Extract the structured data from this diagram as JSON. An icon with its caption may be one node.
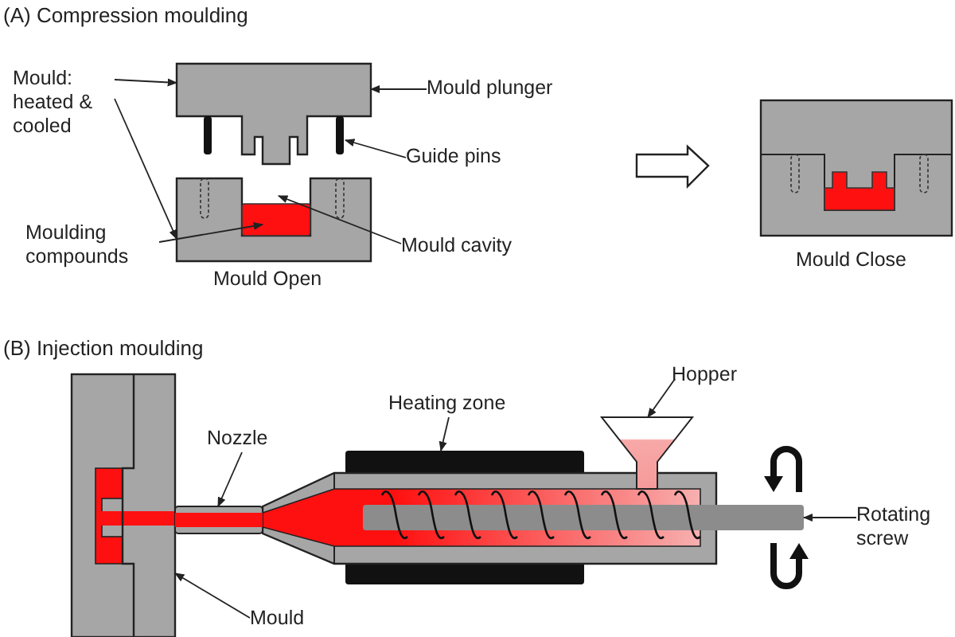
{
  "diagram": {
    "nodes": [
      {
        "text": [
          "Mould: heated & cooled"
        ]
      },
      {
        "text": [],
        "shape": "box"
      },
      {
        "text": [
          "Mould plunger"
        ]
      },
      {
        "text": [],
        "shape": "bar"
      },
      {
        "text": [
          "Guide pins"
        ]
      },
      {
        "text": [],
        "shape": "box"
      },
      {
        "text": [],
        "shape": "box",
        "in": 5
      },
      {
        "text": [
          "Moulding compounds"
        ]
      },
      {
        "text": [
          "Mould cavity"
        ]
      },
      {
        "text": [
          "Nozzle"
        ]
      },
      {
        "text": [
          "Heating zone"
        ]
      },
      {
        "text": [
          "Hopper"
        ]
      },
      {
        "text": [],
        "shape": "box"
      },
      {
        "text": [],
        "shape": "bar"
      },
      {
        "text": [],
        "shape": "bar"
      },
      {
        "text": [],
        "shape": "funnel"
      },
      {
        "text": [],
        "shape": "bar"
      },
      {
        "text": [
          "Rotating screw"
        ]
      },
      {
        "text": [
          "Mould"
        ]
      }
    ],
    "edges": [
      {
        "from": 0,
        "to": 1,
        "arrow": "to"
      },
      {
        "from": 0,
        "to": 5,
        "arrow": "to"
      },
      {
        "from": 2,
        "to": 1,
        "arrow": "to"
      },
      {
        "from": 4,
        "to": 3,
        "arrow": "to"
      },
      {
        "from": 7,
        "to": 6,
        "arrow": "to"
      },
      {
        "from": 8,
        "to": 5,
        "arrow": "to"
      },
      {
        "from": 9,
        "to": 13,
        "arrow": "to"
      },
      {
        "from": 10,
        "to": 14,
        "arrow": "to"
      },
      {
        "from": 11,
        "to": 15,
        "arrow": "to"
      },
      {
        "from": 17,
        "to": 16,
        "arrow": "to"
      },
      {
        "from": 18,
        "to": 12,
        "arrow": "to"
      }
    ],
    "labels": [
      "(A) Compression moulding",
      "Mould Open",
      "Mould Close",
      "(B) Injection moulding"
    ]
  }
}
